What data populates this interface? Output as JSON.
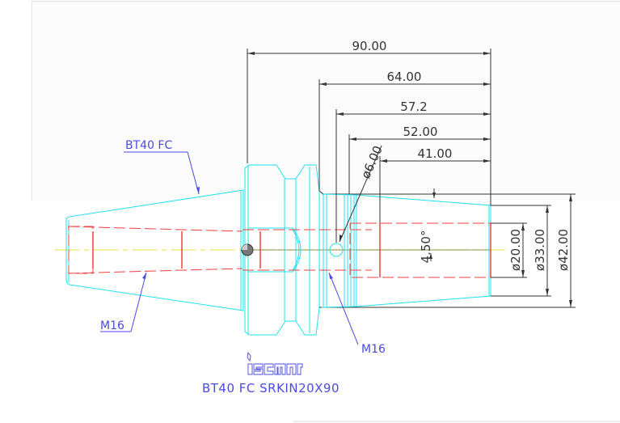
{
  "drawing": {
    "dimensions": {
      "overall_length": "90.00",
      "length_64": "64.00",
      "length_57": "57.2",
      "length_52": "52.00",
      "length_41": "41.00",
      "hole_dia": "ø6.00",
      "taper_angle": "4.50°",
      "bore_dia": "ø20.00",
      "nose_dia": "ø33.00",
      "body_dia": "ø42.00"
    },
    "labels": {
      "taper_callout": "BT40 FC",
      "thread_left": "M16",
      "thread_right": "M16"
    },
    "logo_text": "iscar",
    "part_name": "BT40 FC SRKIN20X90",
    "colors": {
      "outline": "#22e0f0",
      "hidden": "#f04040",
      "dimension": "#333333",
      "annotation": "#4a4ae6",
      "centerline": "#e8e040"
    }
  }
}
